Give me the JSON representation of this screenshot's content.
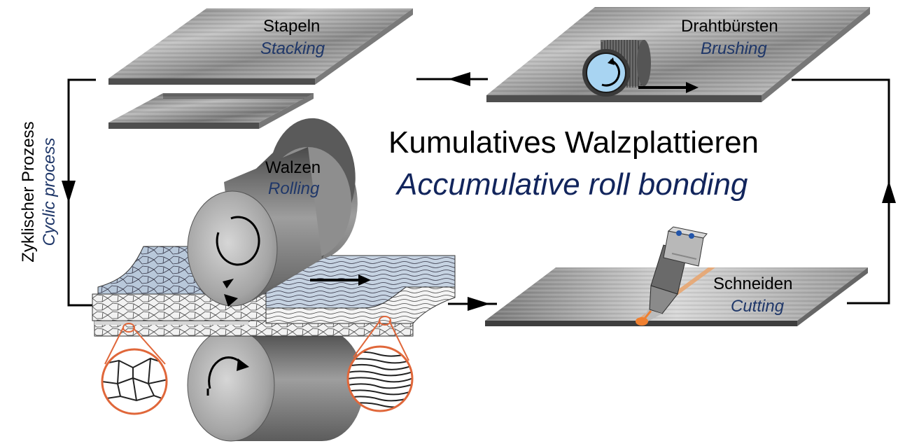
{
  "title": {
    "de": "Kumulatives Walzplattieren",
    "en": "Accumulative roll bonding"
  },
  "cycle": {
    "de": "Zyklischer Prozess",
    "en": "Cyclic process"
  },
  "steps": {
    "stacking": {
      "de": "Stapeln",
      "en": "Stacking"
    },
    "brushing": {
      "de": "Drahtbürsten",
      "en": "Brushing"
    },
    "rolling": {
      "de": "Walzen",
      "en": "Rolling"
    },
    "cutting": {
      "de": "Schneiden",
      "en": "Cutting"
    }
  },
  "colors": {
    "german_text": "#000000",
    "english_text": "#1f3769",
    "title_english": "#12255c",
    "grain_blue": "#aebfd4",
    "highlight_orange": "#e0673a",
    "laser_orange": "#f08030",
    "brush_blue": "#a8d4f2"
  }
}
